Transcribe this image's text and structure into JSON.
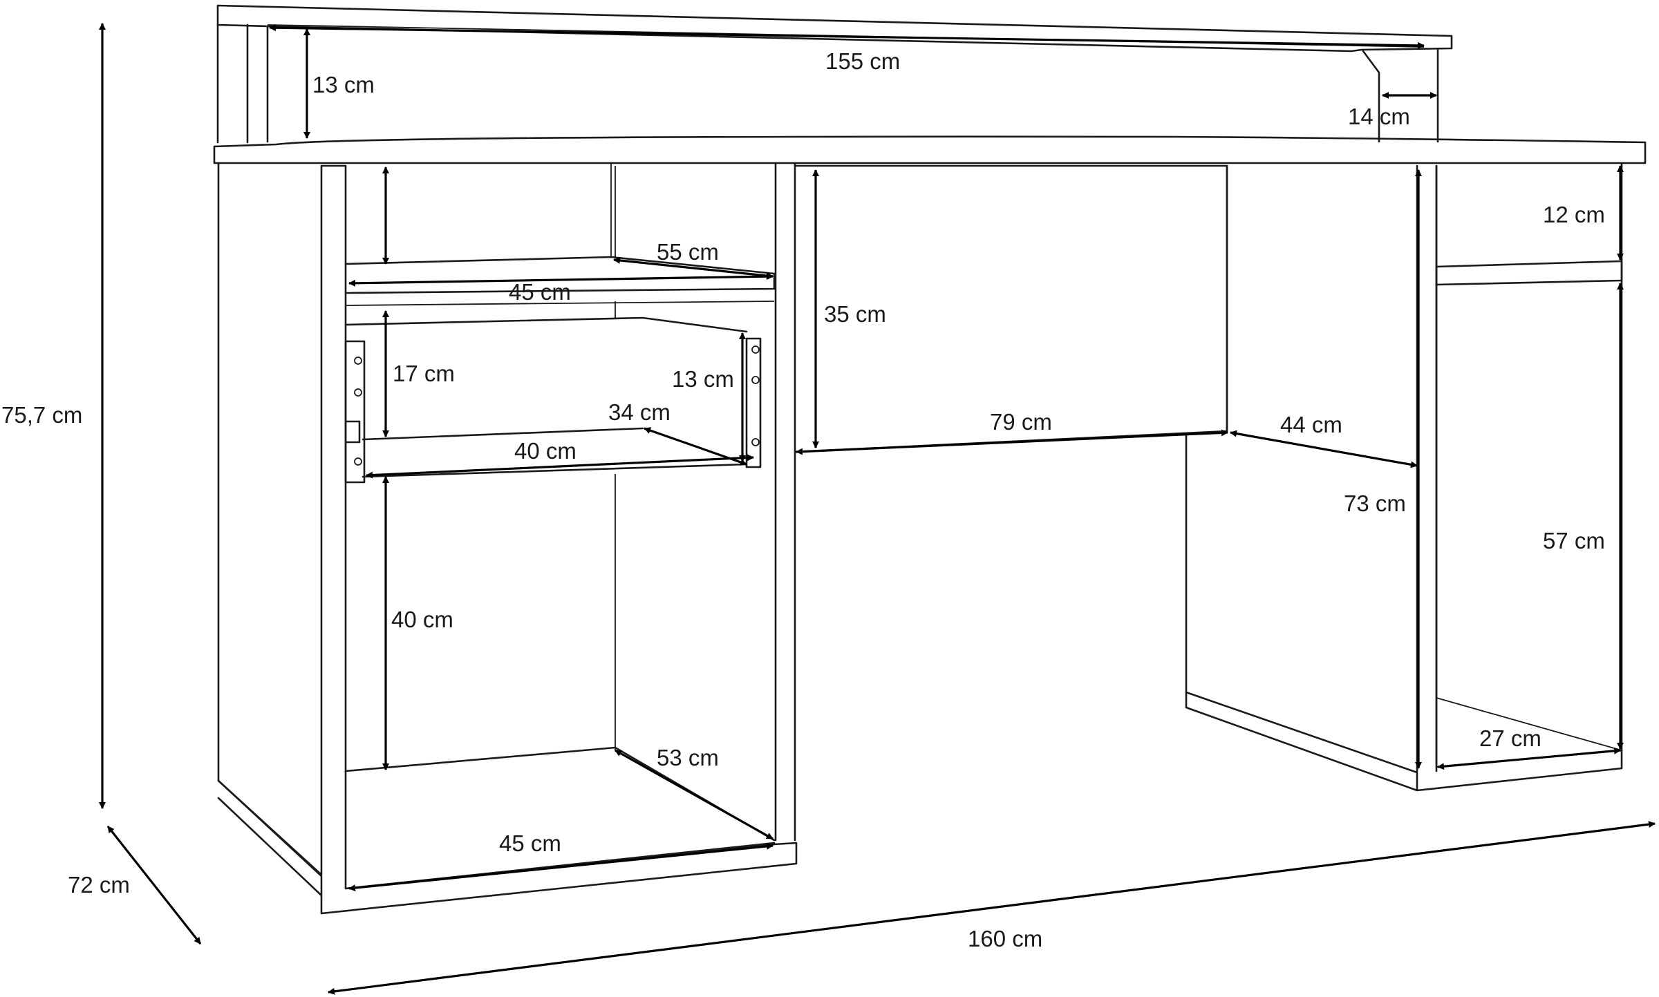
{
  "diagram": {
    "dimensions": {
      "total_height": "75,7 cm",
      "depth": "72 cm",
      "width": "160 cm",
      "shelf_width": "155 cm",
      "shelf_height": "13 cm",
      "shelf_depth": "14 cm",
      "top_compartment_depth": "55 cm",
      "top_compartment_width": "45 cm",
      "drawer_height": "17 cm",
      "drawer_inner_height": "13 cm",
      "drawer_depth": "34 cm",
      "drawer_width": "40 cm",
      "lower_compartment_height": "40 cm",
      "lower_compartment_depth": "53 cm",
      "lower_compartment_width": "45 cm",
      "knee_height": "35 cm",
      "knee_width": "79 cm",
      "pc_depth": "44 cm",
      "pc_height": "73 cm",
      "right_top_height": "12 cm",
      "right_lower_height": "57 cm",
      "right_width": "27 cm"
    }
  }
}
